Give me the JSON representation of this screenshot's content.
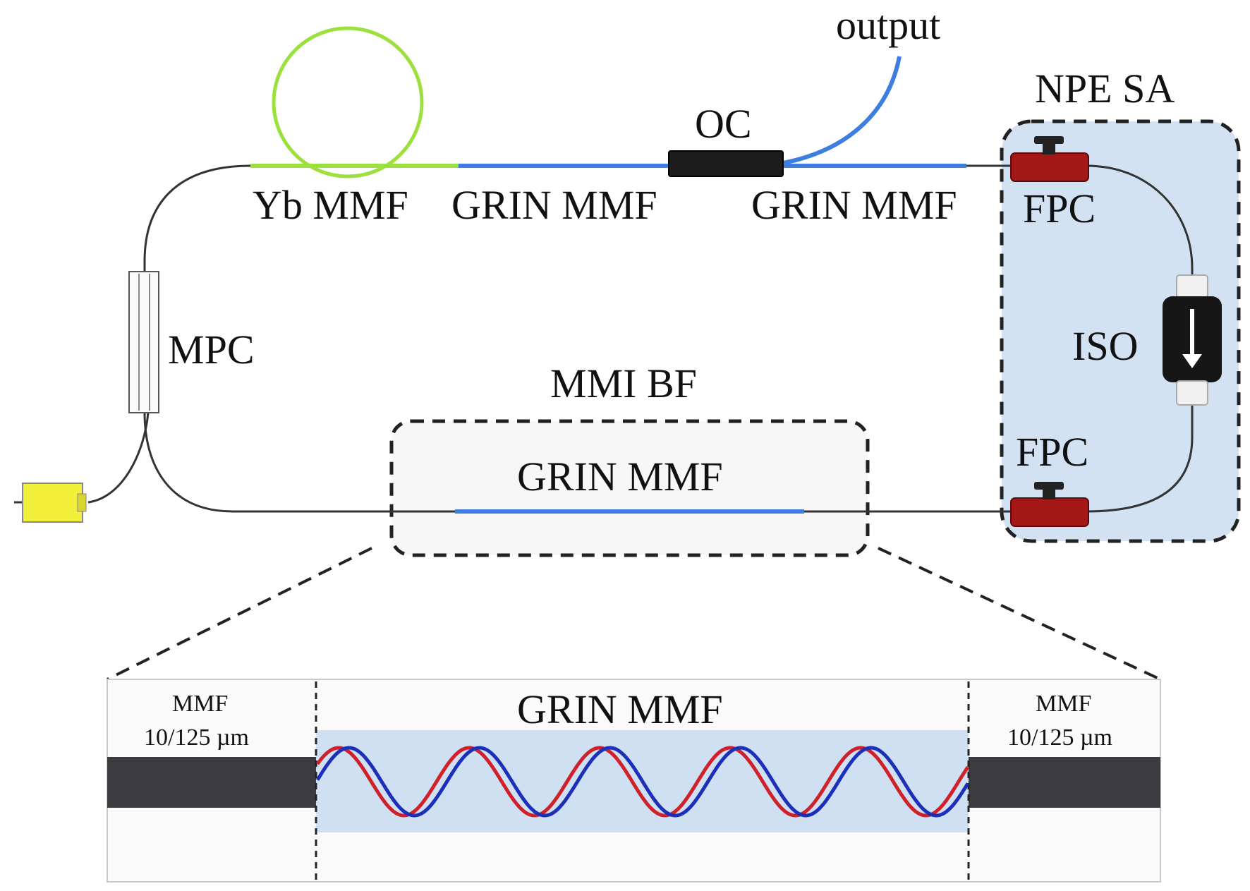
{
  "labels": {
    "output": "output",
    "oc": "OC",
    "npe_sa": "NPE SA",
    "yb_mmf": "Yb MMF",
    "grin_mmf_left": "GRIN MMF",
    "grin_mmf_right": "GRIN MMF",
    "fpc_top": "FPC",
    "fpc_bottom": "FPC",
    "iso": "ISO",
    "mpc": "MPC",
    "mmi_bf": "MMI BF",
    "grin_mmf_bf": "GRIN MMF",
    "inset_grin": "GRIN MMF",
    "inset_mmf_left": "MMF",
    "inset_mmf_left_size": "10/125 µm",
    "inset_mmf_right": "MMF",
    "inset_mmf_right_size": "10/125 µm"
  },
  "colors": {
    "yb_fiber": "#9be03c",
    "grin_fiber": "#3d7ee0",
    "smf": "#333333",
    "npe_box_fill": "#d3e2f3",
    "fpc": "#a31717",
    "pump_connector": "#f2ef3a",
    "inset_grin_fill": "#cfe0f3",
    "inset_mmf_core": "#3b3b3f",
    "wave_red": "#d0202a",
    "wave_blue": "#1c2fb8"
  }
}
